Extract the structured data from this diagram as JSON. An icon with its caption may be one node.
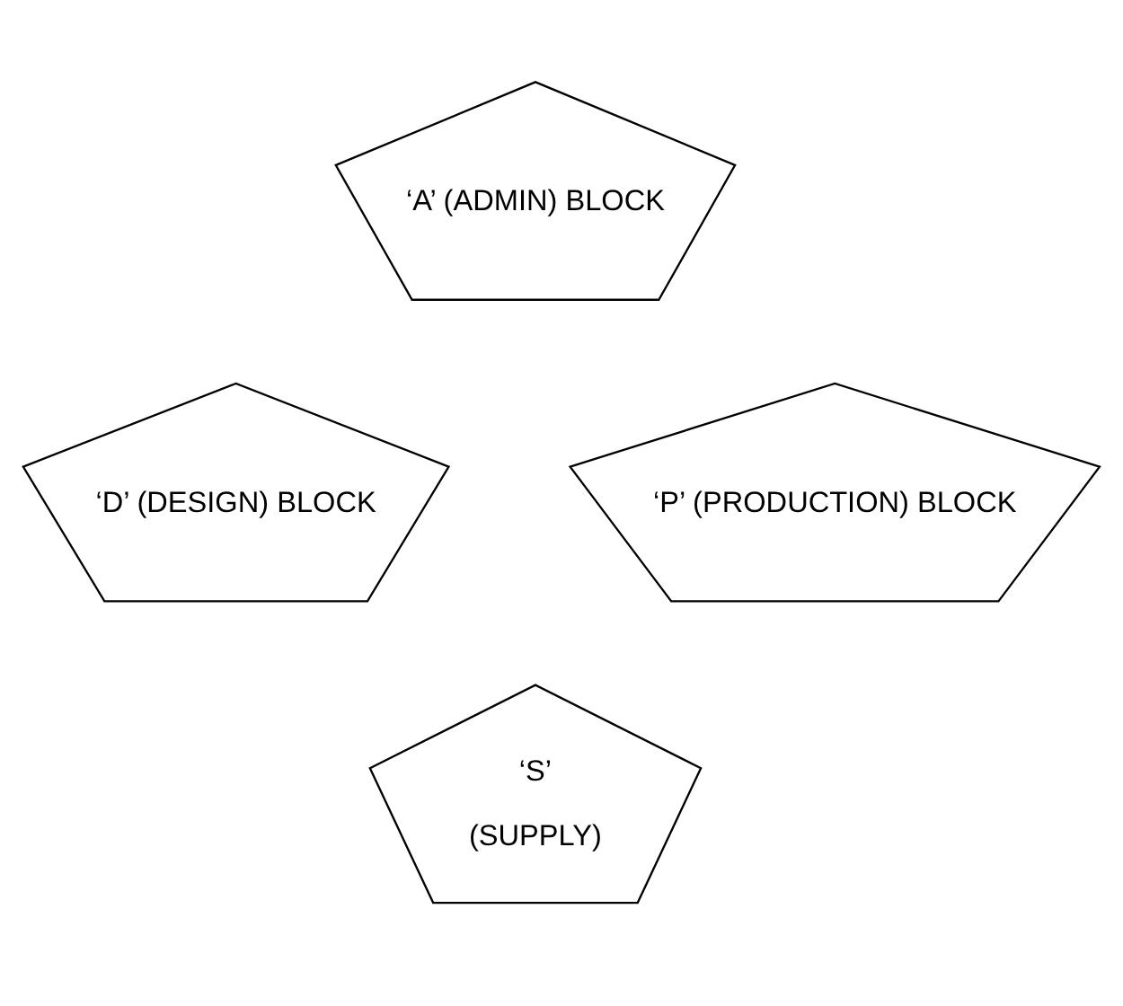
{
  "diagram": {
    "nodes": [
      {
        "text": [
          "‘A’ (ADMIN) BLOCK"
        ]
      },
      {
        "text": [
          "‘D’ (DESIGN) BLOCK"
        ]
      },
      {
        "text": [
          "‘P’ (PRODUCTION) BLOCK"
        ]
      },
      {
        "text": [
          "‘S’",
          "(SUPPLY)"
        ]
      }
    ],
    "edges": []
  }
}
